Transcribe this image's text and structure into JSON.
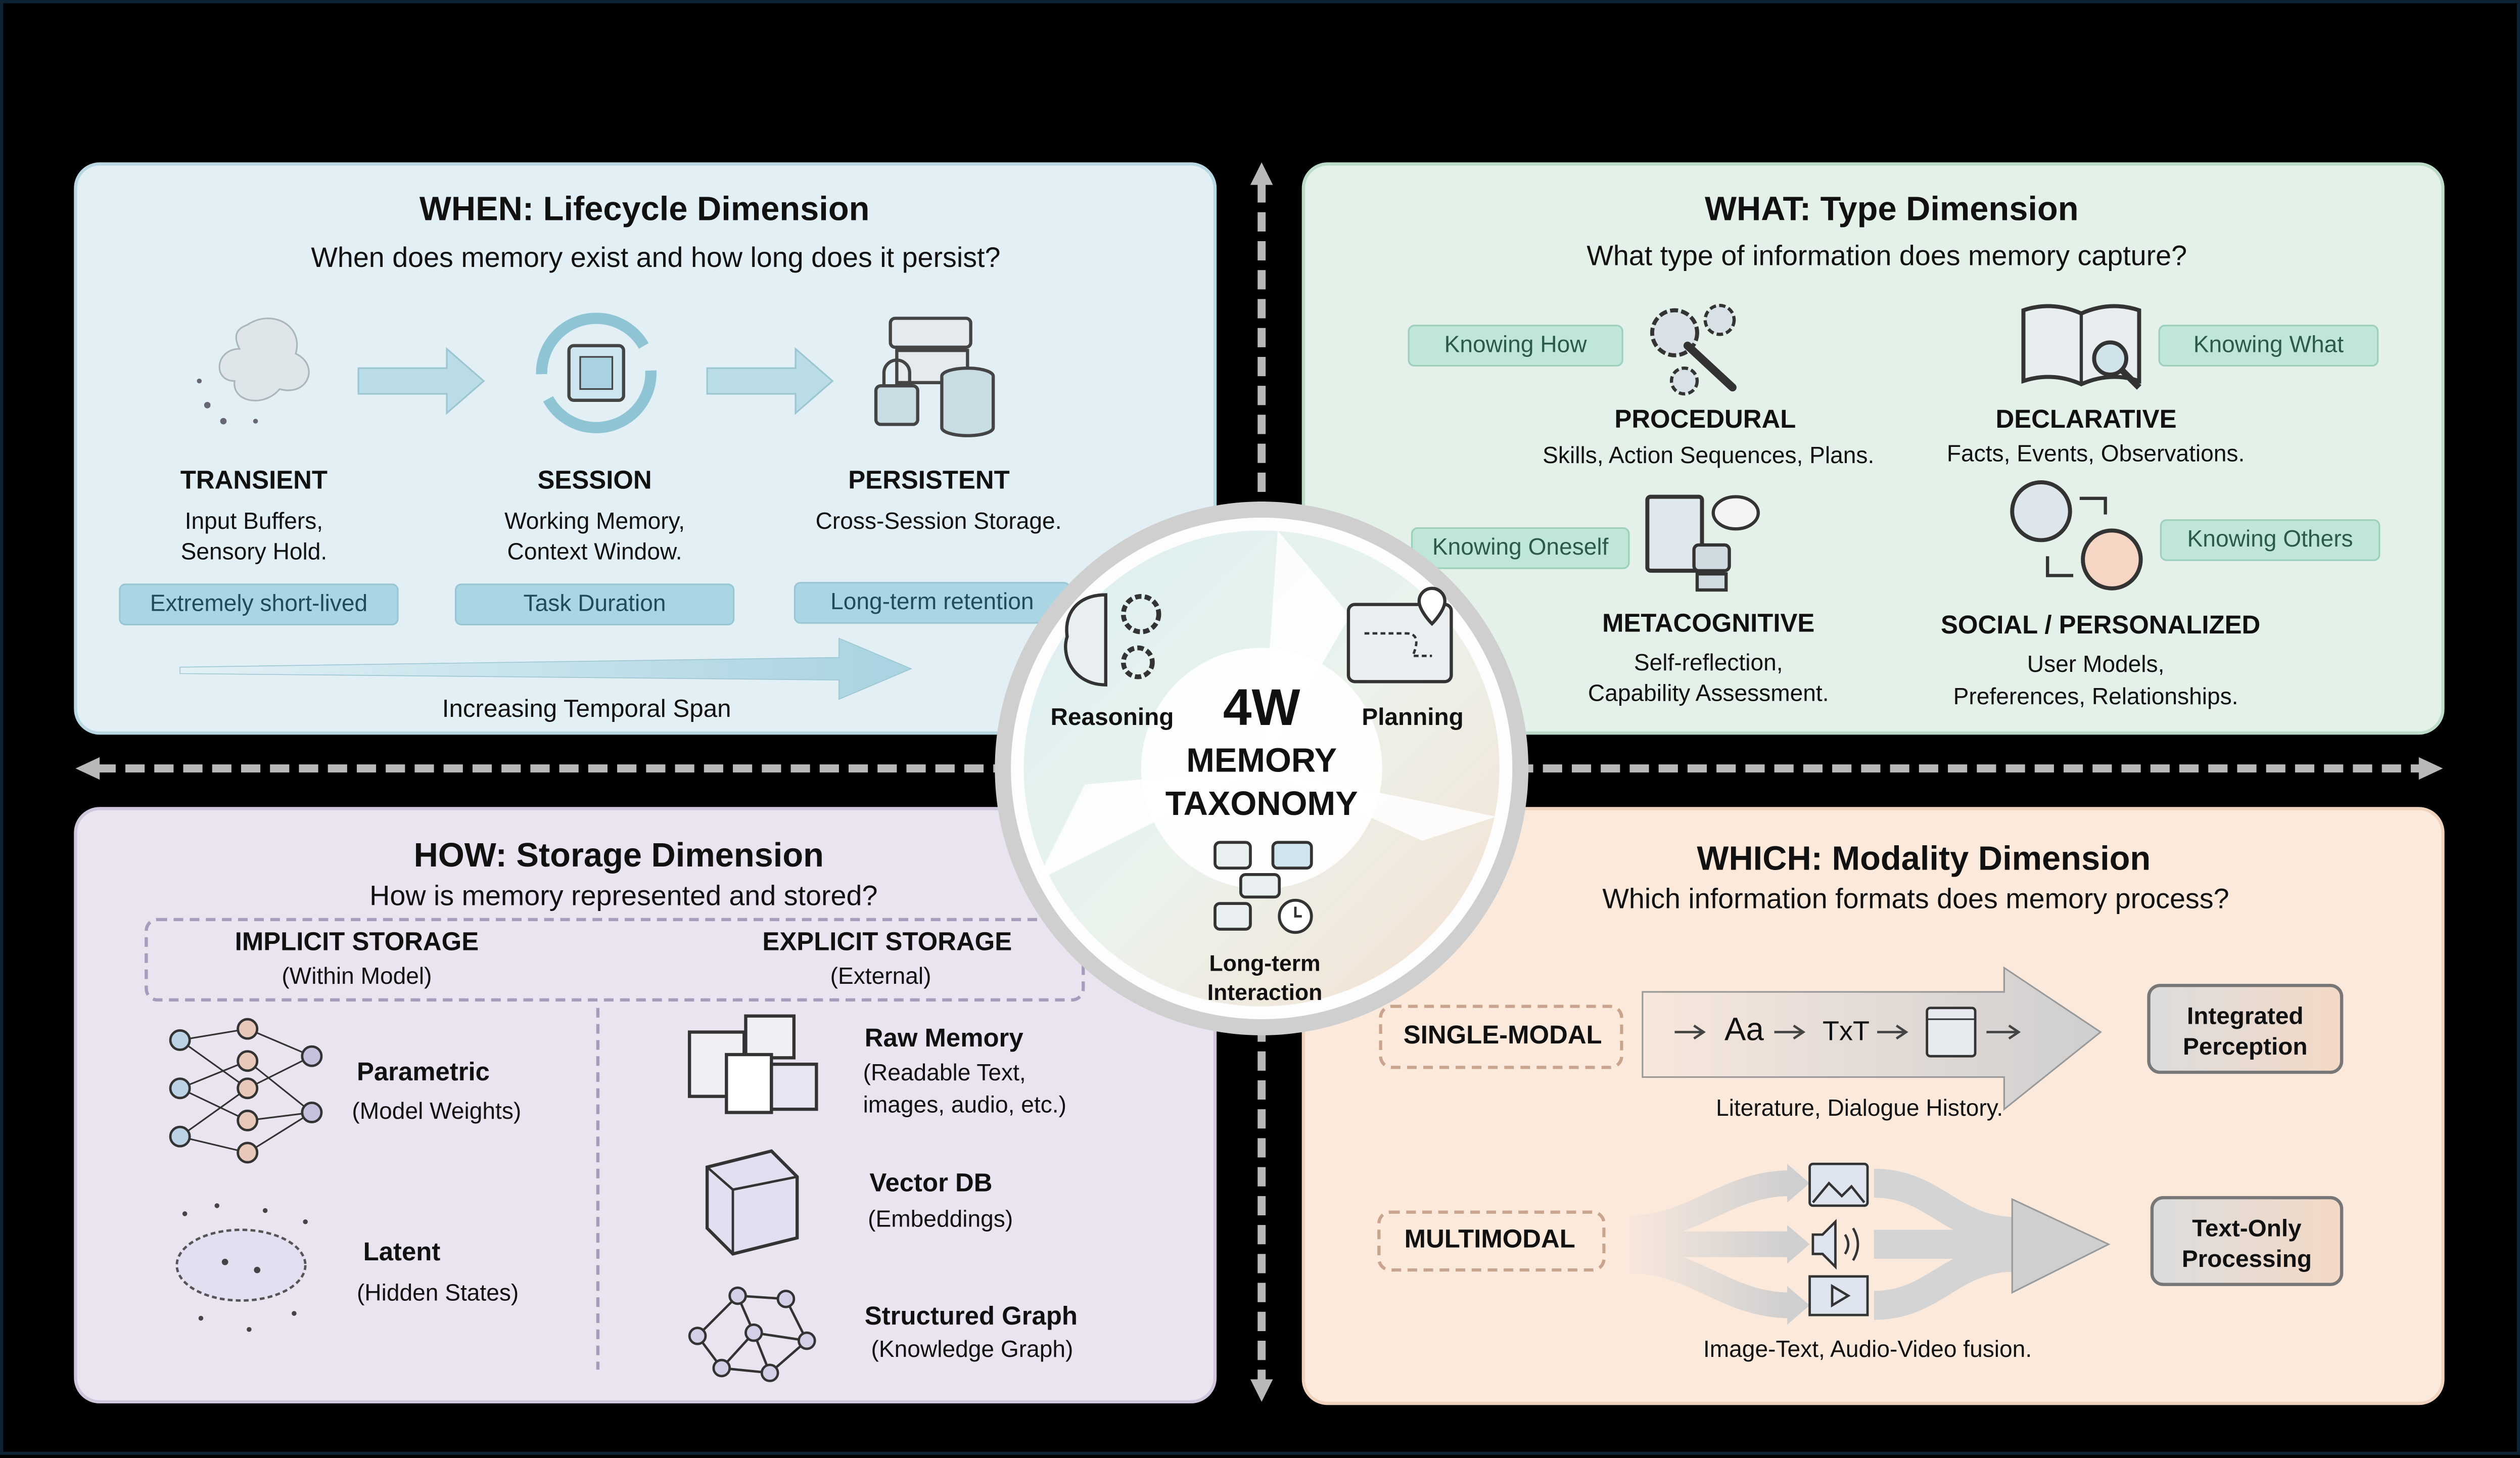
{
  "when": {
    "title": "WHEN: Lifecycle Dimension",
    "subtitle": "When does memory exist and how long does it persist?",
    "items": [
      {
        "name": "TRANSIENT",
        "desc1": "Input Buffers,",
        "desc2": "Sensory Hold.",
        "tag": "Extremely short-lived"
      },
      {
        "name": "SESSION",
        "desc1": "Working Memory,",
        "desc2": "Context Window.",
        "tag": "Task Duration"
      },
      {
        "name": "PERSISTENT",
        "desc1": "Cross-Session Storage.",
        "desc2": "",
        "tag": "Long-term retention"
      }
    ],
    "span_label": "Increasing Temporal Span"
  },
  "what": {
    "title": "WHAT: Type Dimension",
    "subtitle": "What type of information does memory capture?",
    "items": [
      {
        "tag": "Knowing How",
        "name": "PROCEDURAL",
        "desc1": "Skills, Action Sequences, Plans.",
        "desc2": ""
      },
      {
        "tag": "Knowing What",
        "name": "DECLARATIVE",
        "desc1": "Facts, Events, Observations.",
        "desc2": ""
      },
      {
        "tag": "Knowing Oneself",
        "name": "METACOGNITIVE",
        "desc1": "Self-reflection,",
        "desc2": "Capability Assessment."
      },
      {
        "tag": "Knowing Others",
        "name": "SOCIAL / PERSONALIZED",
        "desc1": "User Models,",
        "desc2": "Preferences, Relationships."
      }
    ]
  },
  "how": {
    "title": "HOW: Storage Dimension",
    "subtitle": "How is memory represented and stored?",
    "implicit": {
      "label": "IMPLICIT STORAGE",
      "sub": "(Within Model)"
    },
    "explicit": {
      "label": "EXPLICIT STORAGE",
      "sub": "(External)"
    },
    "items": [
      {
        "name": "Parametric",
        "desc1": "(Model Weights)",
        "desc2": ""
      },
      {
        "name": "Latent",
        "desc1": "(Hidden States)",
        "desc2": ""
      },
      {
        "name": "Raw Memory",
        "desc1": "(Readable Text,",
        "desc2": "images, audio, etc.)"
      },
      {
        "name": "Vector DB",
        "desc1": "(Embeddings)",
        "desc2": ""
      },
      {
        "name": "Structured Graph",
        "desc1": "(Knowledge Graph)",
        "desc2": ""
      }
    ]
  },
  "which": {
    "title": "WHICH: Modality Dimension",
    "subtitle": "Which information formats does memory process?",
    "single": {
      "label": "SINGLE-MODAL",
      "glyph1": "Aa",
      "glyph2": "TxT",
      "caption": "Literature, Dialogue History.",
      "result1": "Integrated",
      "result2": "Perception"
    },
    "multi": {
      "label": "MULTIMODAL",
      "caption": "Image-Text, Audio-Video fusion.",
      "result1": "Text-Only",
      "result2": "Processing"
    }
  },
  "center": {
    "line1": "4W",
    "line2": "MEMORY",
    "line3": "TAXONOMY",
    "reasoning": "Reasoning",
    "planning": "Planning",
    "interaction1": "Long-term",
    "interaction2": "Interaction"
  },
  "colors": {
    "when_bg": "#e2f0f5",
    "what_bg": "#e3f1e8",
    "how_bg": "#e9e4f0",
    "which_bg": "#fbe9dc"
  }
}
